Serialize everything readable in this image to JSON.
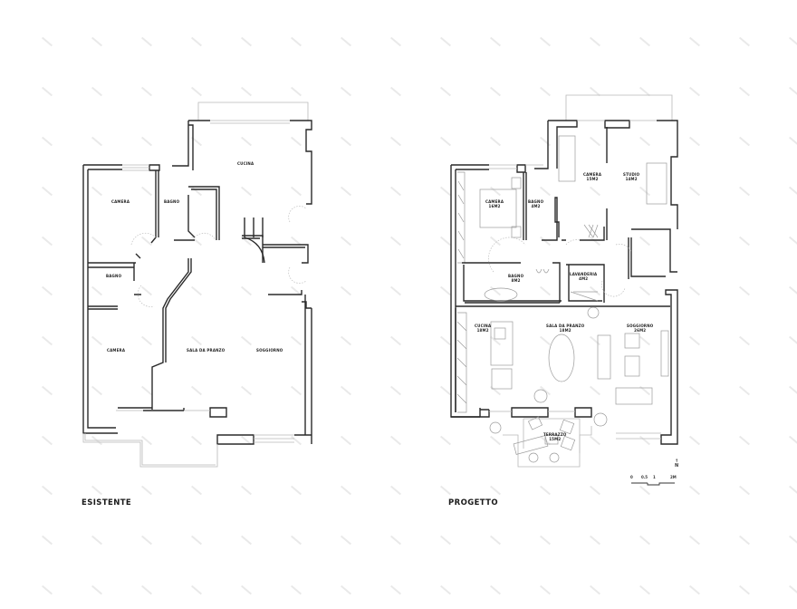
{
  "drawings": [
    {
      "caption": "ESISTENTE",
      "rooms": [
        {
          "name": "CUCINA",
          "area": ""
        },
        {
          "name": "CAMERA",
          "area": ""
        },
        {
          "name": "BAGNO",
          "area": ""
        },
        {
          "name": "BAGNO",
          "area": ""
        },
        {
          "name": "CAMERA",
          "area": ""
        },
        {
          "name": "SALA DA PRANZO",
          "area": ""
        },
        {
          "name": "SOGGIORNO",
          "area": ""
        }
      ]
    },
    {
      "caption": "PROGETTO",
      "rooms": [
        {
          "name": "CAMERA",
          "area": "15M2"
        },
        {
          "name": "STUDIO",
          "area": "14M2"
        },
        {
          "name": "CAMERA",
          "area": "16M2"
        },
        {
          "name": "BAGNO",
          "area": "4M2"
        },
        {
          "name": "BAGNO",
          "area": "8M2"
        },
        {
          "name": "LAVANDERIA",
          "area": "4M2"
        },
        {
          "name": "CUCINA",
          "area": "18M2"
        },
        {
          "name": "SALA DA PRANZO",
          "area": "18M2"
        },
        {
          "name": "SOGGIORNO",
          "area": "26M2"
        },
        {
          "name": "TERRAZZO",
          "area": "15M2"
        }
      ]
    }
  ],
  "scale_bar": {
    "ticks": [
      "0",
      "0.5",
      "1",
      "2M"
    ]
  },
  "north_arrow": {
    "label": "N"
  },
  "colors": {
    "wall": "#2a2a2a",
    "furniture": "#9a9a9a",
    "watermark": "#e9e9e9"
  }
}
